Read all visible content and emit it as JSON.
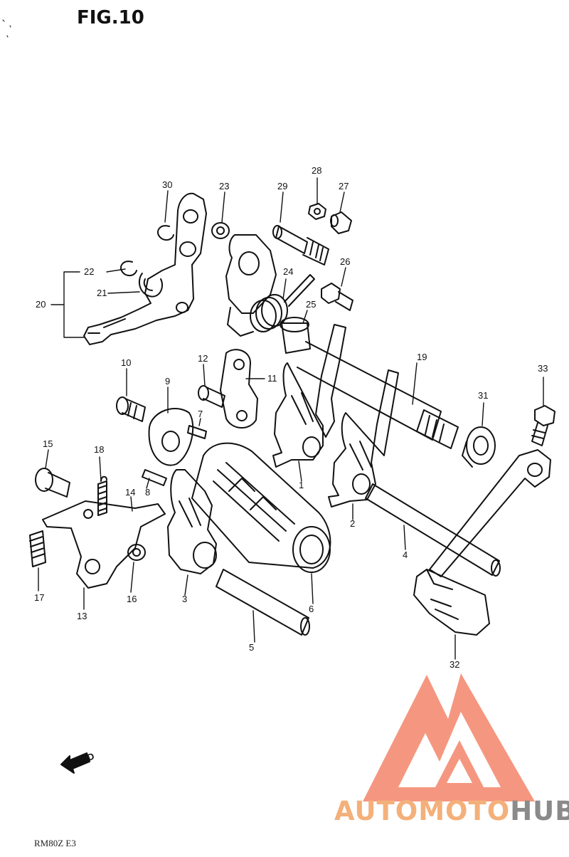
{
  "figure": {
    "title": "FIG.10",
    "footer_code": "RM80Z  E3",
    "fwd_marker": "FWD"
  },
  "watermark": {
    "brand_part1": "AUTOMOTO",
    "brand_part2": "HUB",
    "color_primary": "#f4866b",
    "color_secondary": "#8a8a8a"
  },
  "parts": [
    {
      "id": "1",
      "label": "1"
    },
    {
      "id": "2",
      "label": "2"
    },
    {
      "id": "3",
      "label": "3"
    },
    {
      "id": "4",
      "label": "4"
    },
    {
      "id": "5",
      "label": "5"
    },
    {
      "id": "6",
      "label": "6"
    },
    {
      "id": "7",
      "label": "7"
    },
    {
      "id": "8",
      "label": "8"
    },
    {
      "id": "9",
      "label": "9"
    },
    {
      "id": "10",
      "label": "10"
    },
    {
      "id": "11",
      "label": "11"
    },
    {
      "id": "12",
      "label": "12"
    },
    {
      "id": "13",
      "label": "13"
    },
    {
      "id": "14",
      "label": "14"
    },
    {
      "id": "15",
      "label": "15"
    },
    {
      "id": "16",
      "label": "16"
    },
    {
      "id": "17",
      "label": "17"
    },
    {
      "id": "18",
      "label": "18"
    },
    {
      "id": "19",
      "label": "19"
    },
    {
      "id": "20",
      "label": "20"
    },
    {
      "id": "21",
      "label": "21"
    },
    {
      "id": "22",
      "label": "22"
    },
    {
      "id": "23",
      "label": "23"
    },
    {
      "id": "24",
      "label": "24"
    },
    {
      "id": "25",
      "label": "25"
    },
    {
      "id": "26",
      "label": "26"
    },
    {
      "id": "27",
      "label": "27"
    },
    {
      "id": "28",
      "label": "28"
    },
    {
      "id": "29",
      "label": "29"
    },
    {
      "id": "30",
      "label": "30"
    },
    {
      "id": "31",
      "label": "31"
    },
    {
      "id": "32",
      "label": "32"
    },
    {
      "id": "33",
      "label": "33"
    }
  ]
}
